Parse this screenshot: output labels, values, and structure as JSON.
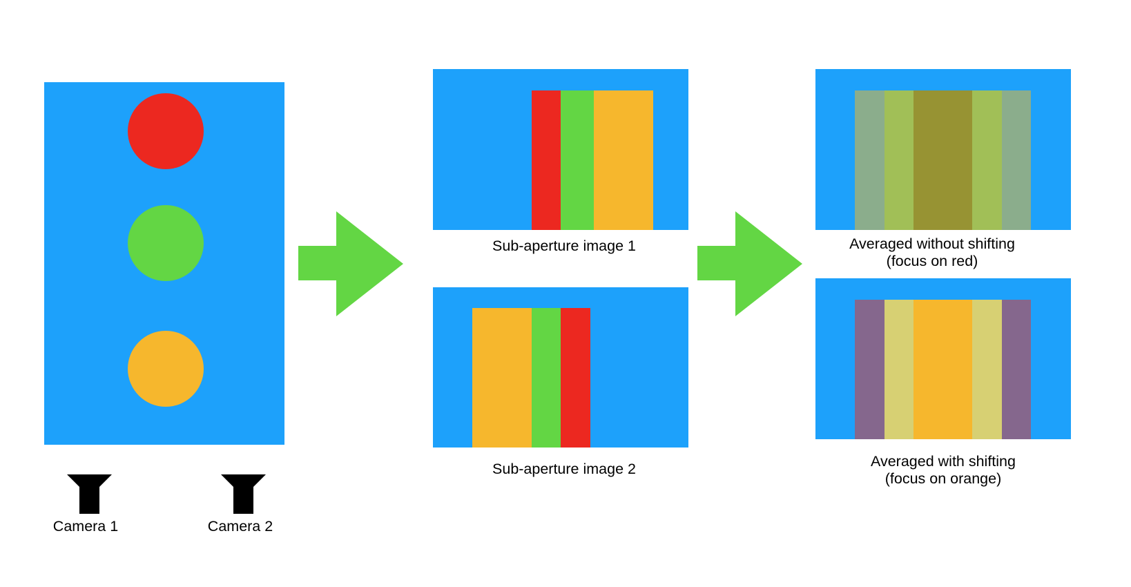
{
  "colors": {
    "background": "#ffffff",
    "scene": "#1da1fb",
    "red": "#ec2820",
    "green": "#63d644",
    "orange": "#f6b72d",
    "arrow": "#63d644",
    "camera": "#000000",
    "avg_grey_green": "#8bad8c",
    "avg_yellow_green": "#a1bf57",
    "avg_olive": "#979333",
    "avg_purple": "#85678d",
    "avg_pale_yellow": "#d7d073"
  },
  "scene": {
    "objects": [
      {
        "name": "red-circle",
        "color": "red"
      },
      {
        "name": "green-circle",
        "color": "green"
      },
      {
        "name": "orange-circle",
        "color": "orange"
      }
    ],
    "cameras": [
      {
        "label": "Camera 1",
        "icon": "camera-icon"
      },
      {
        "label": "Camera 2",
        "icon": "camera-icon"
      }
    ]
  },
  "arrows": [
    {
      "icon": "right-arrow-icon"
    },
    {
      "icon": "right-arrow-icon"
    }
  ],
  "sub_aperture": {
    "image1_caption": "Sub-aperture image 1",
    "image1_stripes": [
      "red",
      "green",
      "orange"
    ],
    "image2_caption": "Sub-aperture image 2",
    "image2_stripes": [
      "orange",
      "green",
      "red"
    ]
  },
  "averaged": {
    "without_shift_caption_line1": "Averaged without shifting",
    "without_shift_caption_line2": "(focus on red)",
    "without_shift_stripes": [
      "avg_grey_green",
      "avg_yellow_green",
      "avg_olive",
      "avg_yellow_green",
      "avg_grey_green"
    ],
    "with_shift_caption_line1": "Averaged with shifting",
    "with_shift_caption_line2": "(focus on orange)",
    "with_shift_stripes": [
      "avg_purple",
      "avg_pale_yellow",
      "orange",
      "avg_pale_yellow",
      "avg_purple"
    ]
  }
}
